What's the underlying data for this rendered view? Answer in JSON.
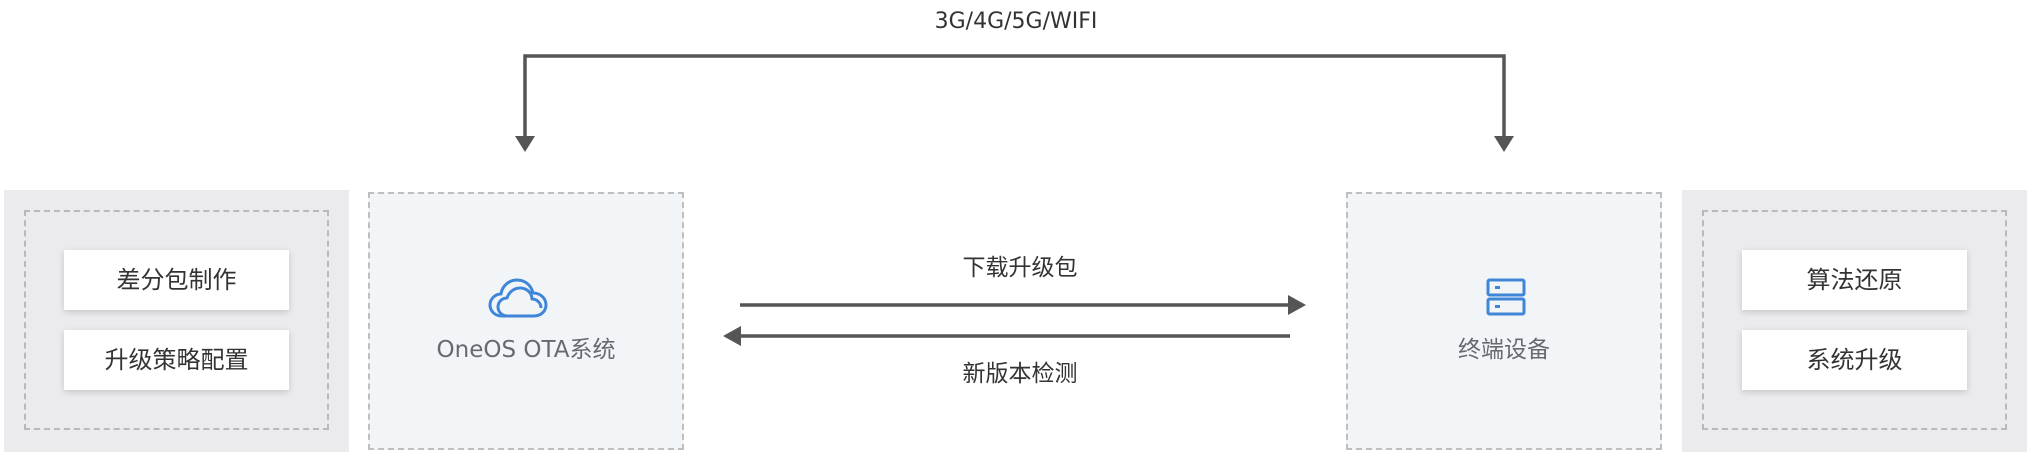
{
  "network": {
    "label": "3G/4G/5G/WIFI"
  },
  "left_panel": {
    "buttons": [
      "差分包制作",
      "升级策略配置"
    ]
  },
  "ota_system": {
    "label": "OneOS OTA系统",
    "icon": "cloud-icon"
  },
  "flow": {
    "download_label": "下载升级包",
    "check_label": "新版本检测"
  },
  "terminal": {
    "label": "终端设备",
    "icon": "server-icon"
  },
  "right_panel": {
    "buttons": [
      "算法还原",
      "系统升级"
    ]
  },
  "colors": {
    "line": "#555555",
    "icon_blue": "#3f86d8",
    "panel_grey": "#ebebed",
    "box_blue": "#f2f5f8"
  }
}
